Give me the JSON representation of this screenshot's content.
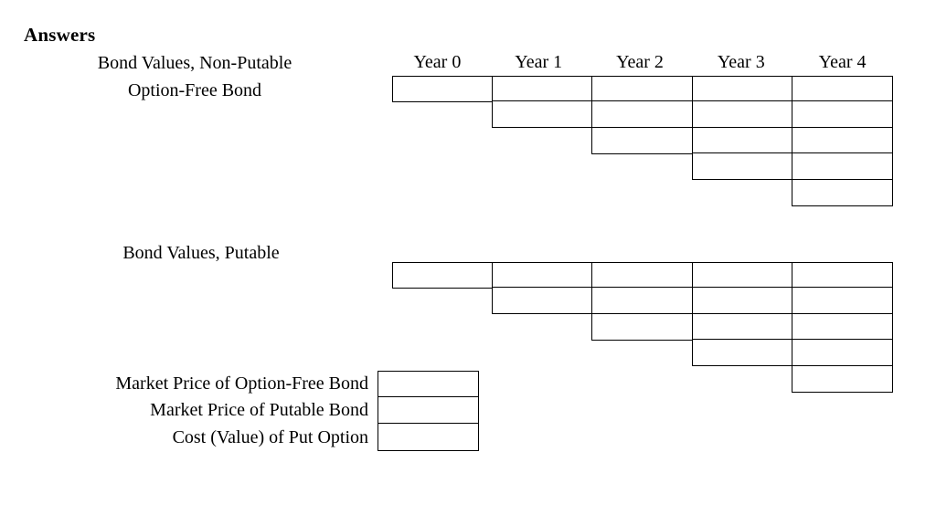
{
  "page": {
    "heading": "Answers",
    "background_color": "#ffffff",
    "text_color": "#000000",
    "border_color": "#000000"
  },
  "year_headers": [
    "Year 0",
    "Year 1",
    "Year 2",
    "Year 3",
    "Year 4"
  ],
  "blocks": [
    {
      "id": "non-putable",
      "caption_lines": [
        "Bond Values, Non-Putable",
        "Option-Free Bond"
      ],
      "lattice": {
        "columns": 5,
        "rows": [
          {
            "start_year": 0,
            "cells": 5,
            "values": [
              "",
              "",
              "",
              "",
              ""
            ]
          },
          {
            "start_year": 1,
            "cells": 4,
            "values": [
              "",
              "",
              "",
              ""
            ]
          },
          {
            "start_year": 2,
            "cells": 3,
            "values": [
              "",
              "",
              ""
            ]
          },
          {
            "start_year": 3,
            "cells": 2,
            "values": [
              "",
              ""
            ]
          },
          {
            "start_year": 4,
            "cells": 1,
            "values": [
              ""
            ]
          }
        ]
      }
    },
    {
      "id": "putable",
      "caption_lines": [
        "Bond Values, Putable"
      ],
      "lattice": {
        "columns": 5,
        "rows": [
          {
            "start_year": 0,
            "cells": 5,
            "values": [
              "",
              "",
              "",
              "",
              ""
            ]
          },
          {
            "start_year": 1,
            "cells": 4,
            "values": [
              "",
              "",
              "",
              ""
            ]
          },
          {
            "start_year": 2,
            "cells": 3,
            "values": [
              "",
              "",
              ""
            ]
          },
          {
            "start_year": 3,
            "cells": 2,
            "values": [
              "",
              ""
            ]
          },
          {
            "start_year": 4,
            "cells": 1,
            "values": [
              ""
            ]
          }
        ]
      }
    }
  ],
  "summary": [
    {
      "label": "Market Price of Option-Free Bond",
      "value": ""
    },
    {
      "label": "Market Price of Putable Bond",
      "value": ""
    },
    {
      "label": "Cost (Value) of Put Option",
      "value": ""
    }
  ]
}
